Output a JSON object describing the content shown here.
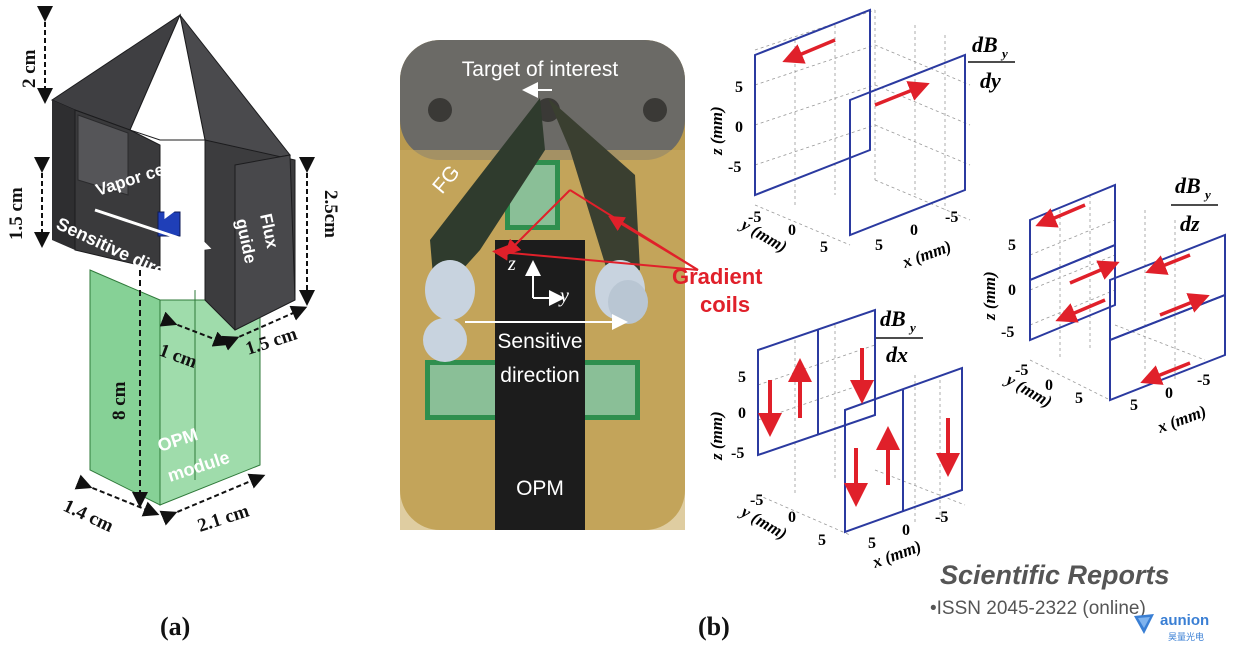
{
  "panel_a": {
    "dims": {
      "top_height": "2 cm",
      "cell_height": "1.5 cm",
      "guide_height": "2.5cm",
      "guide_width": "1.5 cm",
      "gap_width": "1 cm",
      "module_length": "8 cm",
      "module_depth": "1.4 cm",
      "module_width": "2.1 cm"
    },
    "labels": {
      "vapor_cell": "Vapor cell",
      "flux_guide_1": "Flux",
      "flux_guide_2": "guide",
      "sensitive_direction": "Sensitive direction",
      "opm_1": "OPM",
      "opm_2": "module"
    },
    "caption": "(a)"
  },
  "panel_b": {
    "photo_labels": {
      "target": "Target of interest",
      "fg": "FG",
      "sens_1": "Sensitive",
      "sens_2": "direction",
      "opm": "OPM",
      "axis_z": "z",
      "axis_y": "y"
    },
    "gradient_1": "Gradient",
    "gradient_2": "coils",
    "caption": "(b)"
  },
  "plots": {
    "dbdy": {
      "title_num": "dB",
      "title_sub": "y",
      "title_den": "dy",
      "z_label": "z (mm)",
      "y_label": "y (mm)",
      "x_label": "x (mm)",
      "z_ticks": [
        "5",
        "0",
        "-5"
      ],
      "y_ticks": [
        "-5",
        "0",
        "5"
      ],
      "x_ticks": [
        "5",
        "0",
        "-5"
      ]
    },
    "dbdz": {
      "title_num": "dB",
      "title_sub": "y",
      "title_den": "dz",
      "z_label": "z (mm)",
      "y_label": "y (mm)",
      "x_label": "x (mm)",
      "z_ticks": [
        "5",
        "0",
        "-5"
      ],
      "y_ticks": [
        "-5",
        "0",
        "5"
      ],
      "x_ticks": [
        "5",
        "0",
        "-5"
      ]
    },
    "dbdx": {
      "title_num": "dB",
      "title_sub": "y",
      "title_den": "dx",
      "z_label": "z (mm)",
      "y_label": "y (mm)",
      "x_label": "x (mm)",
      "z_ticks": [
        "5",
        "0",
        "-5"
      ],
      "y_ticks": [
        "-5",
        "0",
        "5"
      ],
      "x_ticks": [
        "5",
        "0",
        "-5"
      ]
    }
  },
  "footer": {
    "journal": "Scientific Reports",
    "issn": "•ISSN 2045-2322 (online)",
    "brand": "aunion",
    "brand_sub": "昊量光电"
  },
  "colors": {
    "coil_blue": "#2b3aa0",
    "arrow_red": "#e0202a",
    "module_green": "#7fd08e",
    "guide_dark": "#3c3c3e"
  }
}
